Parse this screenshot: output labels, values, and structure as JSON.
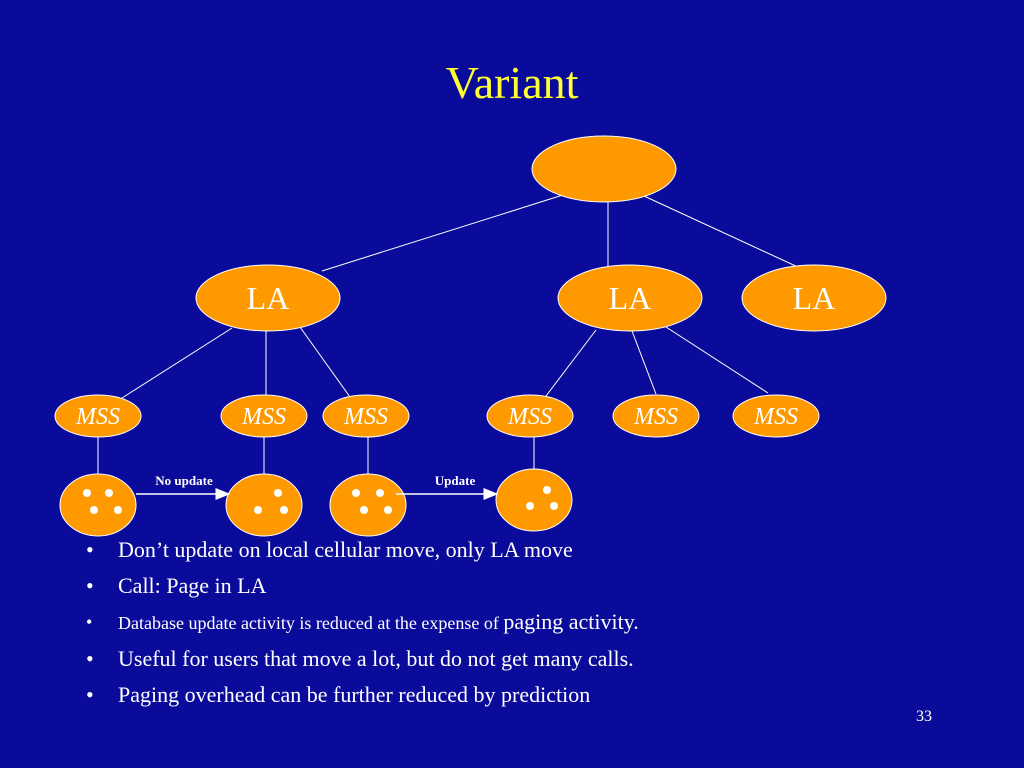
{
  "slide": {
    "title": "Variant",
    "page_number": "33"
  },
  "diagram": {
    "root_label": "",
    "la_nodes": [
      {
        "label": "LA"
      },
      {
        "label": "LA"
      },
      {
        "label": "LA"
      }
    ],
    "mss_nodes": [
      {
        "label": "MSS"
      },
      {
        "label": "MSS"
      },
      {
        "label": "MSS"
      },
      {
        "label": "MSS"
      },
      {
        "label": "MSS"
      },
      {
        "label": "MSS"
      }
    ],
    "cell_labels": {
      "no_update": "No update",
      "update": "Update"
    }
  },
  "bullets": [
    {
      "text": "Don’t update on local cellular move, only LA move"
    },
    {
      "text": "Call: Page in LA"
    },
    {
      "text": "Database update activity is reduced at the expense of ",
      "tail": "paging activity."
    },
    {
      "text": "Useful for users that move a lot, but do not get many calls."
    },
    {
      "text": "Paging overhead can be further reduced by prediction"
    }
  ],
  "colors": {
    "background": "#0b0b9b",
    "title": "#ffff33",
    "node_fill": "#ff9900",
    "text": "#ffffff"
  }
}
